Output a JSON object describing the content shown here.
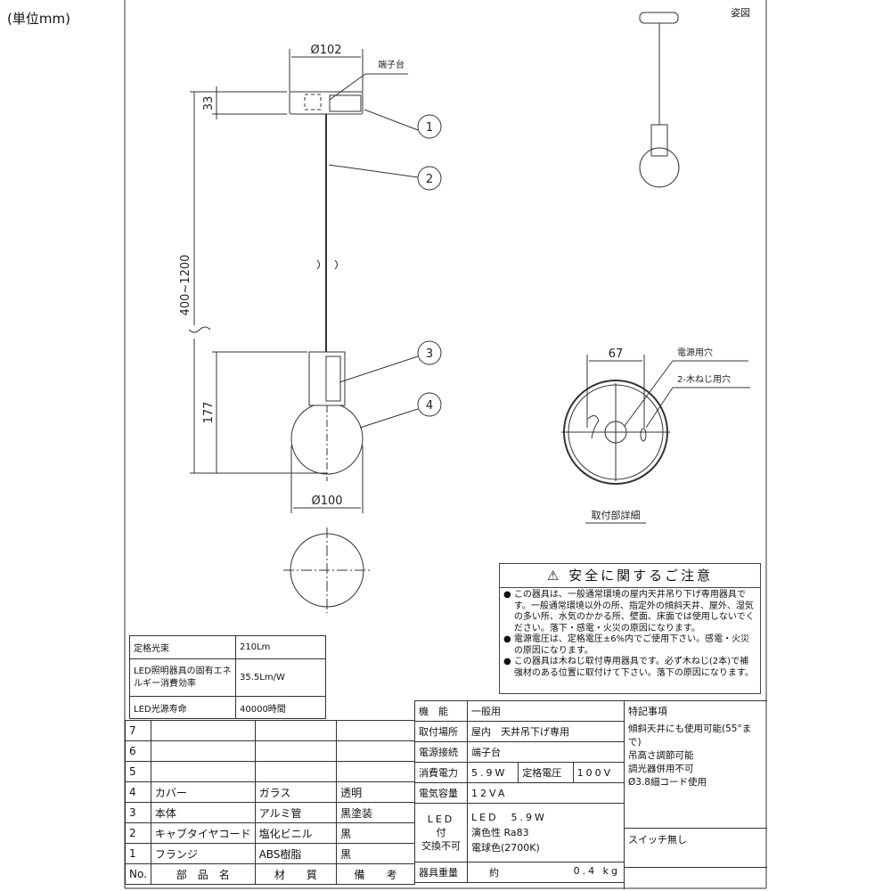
{
  "unit_label": "(単位mm)",
  "view_label": "姿図",
  "dimensions": {
    "canopy_diameter": "Ø102",
    "canopy_height": "33",
    "cord_length": "400~1200",
    "body_height": "177",
    "globe_diameter": "Ø100",
    "mount_width": "67"
  },
  "labels": {
    "terminal_block": "端子台",
    "power_hole": "電源用穴",
    "screw_holes": "2-木ねじ用穴",
    "mount_detail": "取付部詳細"
  },
  "callouts": [
    "1",
    "2",
    "3",
    "4"
  ],
  "safety": {
    "title": "安全に関するご注意",
    "items": [
      "この器具は、一般通常環境の屋内天井吊り下げ専用器具です。一般通常環境以外の所、指定外の傾斜天井、屋外、湿気の多い所、水気のかかる所、壁面、床面では使用しないでください。落下・感電・火災の原因になります。",
      "電源電圧は、定格電圧±6%内でご使用下さい。感電・火災の原因になります。",
      "この器具は木ねじ取付専用器具です。必ず木ねじ(2本)で補強材のある位置に取付けて下さい。落下の原因になります。"
    ]
  },
  "performance": [
    {
      "label": "定格光束",
      "value": "210Lm"
    },
    {
      "label": "LED照明器具の固有エネルギー消費効率",
      "value": "35.5Lm/W"
    },
    {
      "label": "LED光源寿命",
      "value": "40000時間"
    }
  ],
  "parts": {
    "header": [
      "No.",
      "部　品　名",
      "材　　質",
      "備　　考"
    ],
    "rows": [
      [
        "7",
        "",
        "",
        ""
      ],
      [
        "6",
        "",
        "",
        ""
      ],
      [
        "5",
        "",
        "",
        ""
      ],
      [
        "4",
        "カバー",
        "ガラス",
        "透明"
      ],
      [
        "3",
        "本体",
        "アルミ管",
        "黒塗装"
      ],
      [
        "2",
        "キャブタイヤコード",
        "塩化ビニル",
        "黒"
      ],
      [
        "1",
        "フランジ",
        "ABS樹脂",
        "黒"
      ]
    ]
  },
  "specs": {
    "function_label": "機　能",
    "function": "一般用",
    "location_label": "取付場所",
    "location": "屋内　天井吊下げ専用",
    "connection_label": "電源接続",
    "connection": "端子台",
    "power_label": "消費電力",
    "power": "5.9W",
    "voltage_label": "定格電圧",
    "voltage": "100V",
    "capacity_label": "電気容量",
    "capacity": "12VA",
    "led_label_1": "LED",
    "led_label_2": "付",
    "led_label_3": "交換不可",
    "led_1": "LED　5.9W",
    "led_2": "演色性 Ra83",
    "led_3": "電球色(2700K)",
    "weight_label": "器具重量",
    "weight_prefix": "約",
    "weight": "0.4 kg"
  },
  "notes": {
    "title": "特記事項",
    "items": [
      "傾斜天井にも使用可能(55°まで)",
      "吊高さ調節可能",
      "調光器併用不可",
      "Ø3.8細コード使用"
    ],
    "switch": "スイッチ無し"
  }
}
